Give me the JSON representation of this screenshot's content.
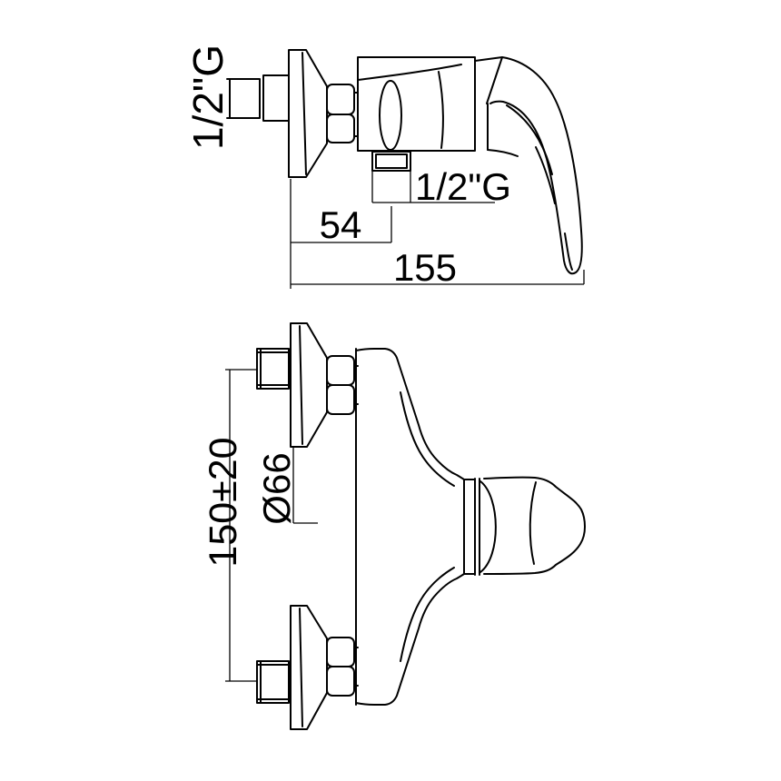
{
  "colors": {
    "line": "#000000",
    "background": "#ffffff"
  },
  "side_view": {
    "inlet_thread_label": "1/2\"G",
    "outlet_thread_label": "1/2\"G",
    "dim_outlet_offset": "54",
    "dim_overall_depth": "155"
  },
  "front_view": {
    "dim_inlet_spacing": "150±20",
    "flange_diameter_label": "Ø66"
  }
}
